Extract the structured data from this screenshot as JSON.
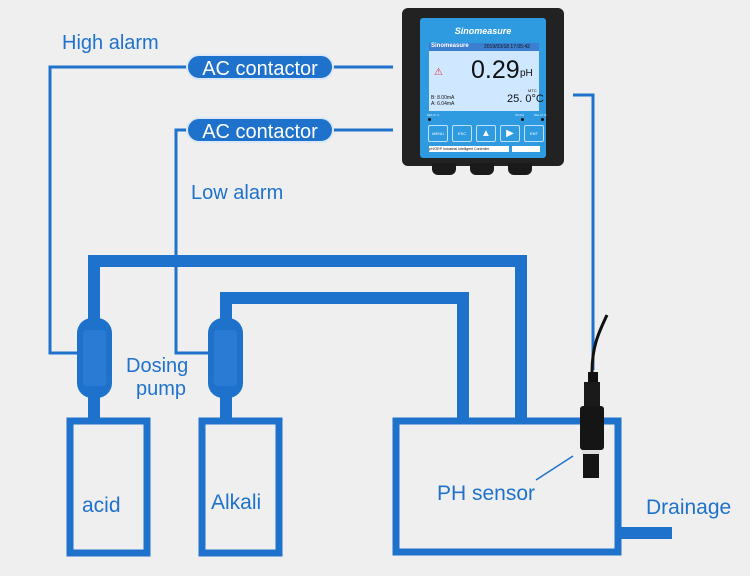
{
  "labels": {
    "high_alarm": "High alarm",
    "low_alarm": "Low alarm",
    "ac_contactor_1": "AC contactor",
    "ac_contactor_2": "AC contactor",
    "dosing_pump_line1": "Dosing",
    "dosing_pump_line2": "pump",
    "acid": "acid",
    "alkali": "Alkali",
    "ph_sensor": "PH sensor",
    "drainage": "Drainage"
  },
  "controller": {
    "brand": "Sinomeasure",
    "screen_brand": "Sinomeasure",
    "datetime": "2019/03/18  17:05:42",
    "reading": "0.29",
    "unit": "pH",
    "temp_mode": "MTC",
    "temperature": "25. 0°C",
    "current_b": "B: 8.00mA",
    "current_a": "A: 6.04mA",
    "indicators": [
      "RELAY A",
      "WASH",
      "RELAY B"
    ],
    "buttons": [
      "MENU",
      "ESC",
      "▲",
      "▶",
      "ENT"
    ],
    "model_label": "pH/ORP Industrial Intelligent Controller"
  },
  "colors": {
    "accent": "#1f72cc",
    "background": "#efefef",
    "device_body": "#222222",
    "panel_blue": "#2e9be0",
    "screen_bg": "#cfe7ff",
    "alarm_red": "#e03030"
  }
}
